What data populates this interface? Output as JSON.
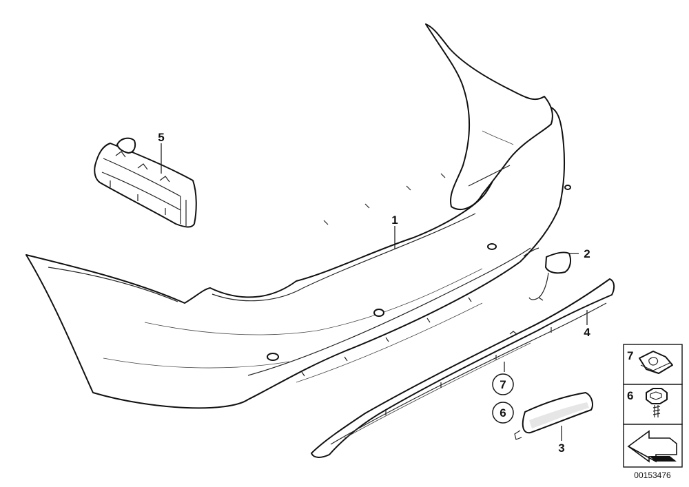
{
  "callouts": {
    "bumper_trim": "1",
    "cover_cap": "2",
    "reflector": "3",
    "lower_panel": "4",
    "bracket": "5",
    "clip_ref": "7",
    "screw_ref": "6"
  },
  "legend": {
    "item_top": "7",
    "item_middle": "6"
  },
  "reference_number": "00153476"
}
